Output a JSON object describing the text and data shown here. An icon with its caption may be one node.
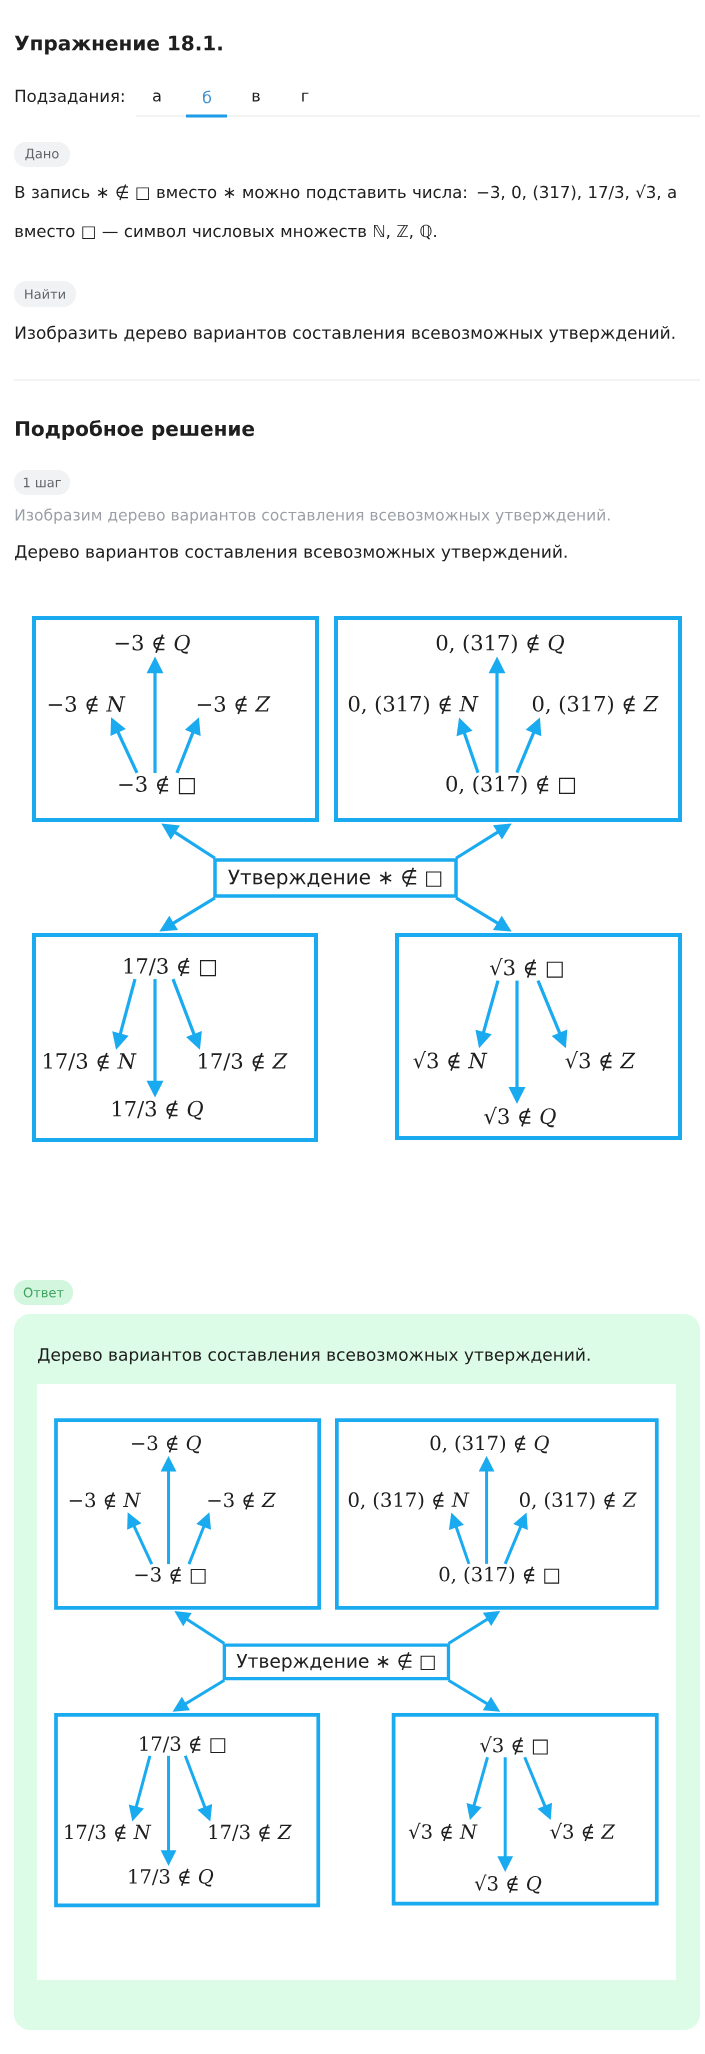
{
  "diagram": {
    "title": "Упражнение 18.1.",
    "nodes": [
      {
        "text": [
          "Дано"
        ]
      },
      {
        "text": [
          "Найти"
        ]
      },
      {
        "text": [
          "1 шаг"
        ]
      },
      {
        "text": [],
        "shape": "box"
      },
      {
        "text": [
          "−3 ∉ *Q*"
        ],
        "in": 3
      },
      {
        "text": [
          "−3 ∉ *N*"
        ],
        "in": 3
      },
      {
        "text": [
          "−3 ∉ *Z*"
        ],
        "in": 3
      },
      {
        "text": [
          "−3 ∉ □"
        ],
        "in": 3
      },
      {
        "text": [],
        "shape": "box"
      },
      {
        "text": [
          "0, (317) ∉ *Q*"
        ],
        "in": 8
      },
      {
        "text": [
          "0, (317) ∉ *N*"
        ],
        "in": 8
      },
      {
        "text": [
          "0, (317) ∉ *Z*"
        ],
        "in": 8
      },
      {
        "text": [
          "0, (317) ∉ □"
        ],
        "in": 8
      },
      {
        "text": [
          "Утверждение ∗ ∉ □"
        ]
      },
      {
        "text": [],
        "shape": "box"
      },
      {
        "text": [
          "17/3 ∉ □"
        ],
        "in": 14
      },
      {
        "text": [
          "17/3 ∉ *N*"
        ],
        "in": 14
      },
      {
        "text": [
          "17/3 ∉ *Z*"
        ],
        "in": 14
      },
      {
        "text": [
          "17/3 ∉ *Q*"
        ],
        "in": 14
      },
      {
        "text": [],
        "shape": "box"
      },
      {
        "text": [
          "√3 ∉ □"
        ],
        "in": 19
      },
      {
        "text": [
          "√3 ∉ *N*"
        ],
        "in": 19
      },
      {
        "text": [
          "√3 ∉ *Z*"
        ],
        "in": 19
      },
      {
        "text": [
          "√3 ∉ *Q*"
        ],
        "in": 19
      },
      {
        "text": [
          "Ответ"
        ]
      },
      {
        "text": [
          "Дерево вариантов составления всевозможных утверждений."
        ]
      },
      {
        "text": [],
        "shape": "box",
        "in": 25
      },
      {
        "text": [
          "−3 ∉ *Q*"
        ],
        "in": 26
      },
      {
        "text": [
          "−3 ∉ *N*"
        ],
        "in": 26
      },
      {
        "text": [
          "−3 ∉ *Z*"
        ],
        "in": 26
      },
      {
        "text": [
          "−3 ∉ □"
        ],
        "in": 26
      },
      {
        "text": [],
        "shape": "box",
        "in": 25
      },
      {
        "text": [
          "0, (317) ∉ *Q*"
        ],
        "in": 31
      },
      {
        "text": [
          "0, (317) ∉ *N*"
        ],
        "in": 31
      },
      {
        "text": [
          "0, (317) ∉ *Z*"
        ],
        "in": 31
      },
      {
        "text": [
          "0, (317) ∉ □"
        ],
        "in": 31
      },
      {
        "text": [
          "Утверждение ∗ ∉ □"
        ],
        "in": 25
      },
      {
        "text": [],
        "shape": "box",
        "in": 25
      },
      {
        "text": [
          "17/3 ∉ □"
        ],
        "in": 37
      },
      {
        "text": [
          "17/3 ∉ *N*"
        ],
        "in": 37
      },
      {
        "text": [
          "17/3 ∉ *Z*"
        ],
        "in": 37
      },
      {
        "text": [
          "17/3 ∉ *Q*"
        ],
        "in": 37
      },
      {
        "text": [],
        "shape": "box",
        "in": 25
      },
      {
        "text": [
          "√3 ∉ □"
        ],
        "in": 42
      },
      {
        "text": [
          "√3 ∉ *N*"
        ],
        "in": 42
      },
      {
        "text": [
          "√3 ∉ *Z*"
        ],
        "in": 42
      },
      {
        "text": [
          "√3 ∉ *Q*"
        ],
        "in": 42
      }
    ],
    "edges": [
      {
        "from": 7,
        "to": 5,
        "arrow": "to"
      },
      {
        "from": 7,
        "to": 4,
        "arrow": "to"
      },
      {
        "from": 7,
        "to": 6,
        "arrow": "to"
      },
      {
        "from": 12,
        "to": 10,
        "arrow": "to"
      },
      {
        "from": 12,
        "to": 9,
        "arrow": "to"
      },
      {
        "from": 12,
        "to": 11,
        "arrow": "to"
      },
      {
        "from": 13,
        "to": 3,
        "arrow": "to"
      },
      {
        "from": 13,
        "to": 8,
        "arrow": "to"
      },
      {
        "from": 13,
        "to": 14,
        "arrow": "to"
      },
      {
        "from": 13,
        "to": 19,
        "arrow": "to"
      },
      {
        "from": 15,
        "to": 16,
        "arrow": "to"
      },
      {
        "from": 15,
        "to": 18,
        "arrow": "to"
      },
      {
        "from": 15,
        "to": 17,
        "arrow": "to"
      },
      {
        "from": 20,
        "to": 21,
        "arrow": "to"
      },
      {
        "from": 20,
        "to": 23,
        "arrow": "to"
      },
      {
        "from": 20,
        "to": 22,
        "arrow": "to"
      },
      {
        "from": 30,
        "to": 28,
        "arrow": "to"
      },
      {
        "from": 30,
        "to": 27,
        "arrow": "to"
      },
      {
        "from": 30,
        "to": 29,
        "arrow": "to"
      },
      {
        "from": 35,
        "to": 33,
        "arrow": "to"
      },
      {
        "from": 35,
        "to": 32,
        "arrow": "to"
      },
      {
        "from": 35,
        "to": 34,
        "arrow": "to"
      },
      {
        "from": 36,
        "to": 26,
        "arrow": "to"
      },
      {
        "from": 36,
        "to": 31,
        "arrow": "to"
      },
      {
        "from": 36,
        "to": 37,
        "arrow": "to"
      },
      {
        "from": 36,
        "to": 42,
        "arrow": "to"
      },
      {
        "from": 38,
        "to": 39,
        "arrow": "to"
      },
      {
        "from": 38,
        "to": 41,
        "arrow": "to"
      },
      {
        "from": 38,
        "to": 40,
        "arrow": "to"
      },
      {
        "from": 43,
        "to": 44,
        "arrow": "to"
      },
      {
        "from": 43,
        "to": 46,
        "arrow": "to"
      },
      {
        "from": 43,
        "to": 45,
        "arrow": "to"
      }
    ],
    "labels": [
      "Подзадания:",
      "а",
      "б",
      "в",
      "г",
      "В запись ∗ ∉ □ вместо ∗ можно подставить числа: −3, 0, (317), 17/3, √3, а вместо □ — символ числовых множеств ℕ, ℤ, ℚ.",
      "Изобразить дерево вариантов составления всевозможных утверждений.",
      "Подробное решение",
      "Изобразим дерево вариантов составления всевозможных утверждений.",
      "Дерево вариантов составления всевозможных утверждений."
    ]
  }
}
